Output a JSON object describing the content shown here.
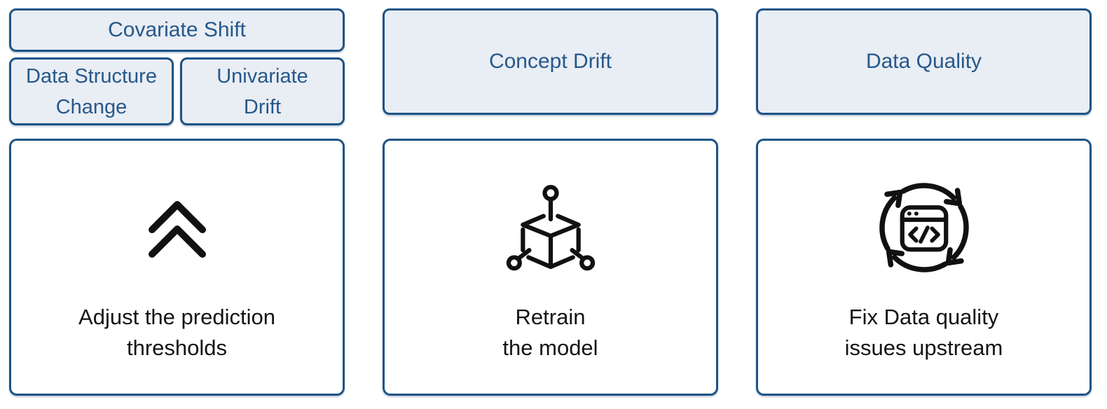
{
  "diagram": {
    "columns": [
      {
        "header": "Covariate Shift",
        "subheaders": [
          {
            "lines": [
              "Data Structure",
              "Change"
            ]
          },
          {
            "lines": [
              "Univariate",
              "Drift"
            ]
          }
        ],
        "icon": "chevrons-up-icon",
        "action_lines": [
          "Adjust the prediction",
          "thresholds"
        ]
      },
      {
        "header": "Concept Drift",
        "icon": "model-cube-icon",
        "action_lines": [
          "Retrain",
          "the model"
        ]
      },
      {
        "header": "Data Quality",
        "icon": "code-refresh-cycle-icon",
        "action_lines": [
          "Fix Data quality",
          "issues upstream"
        ]
      }
    ],
    "colors": {
      "border_blue": "#1d5486",
      "header_fill": "#e9edf4",
      "header_text": "#26588a",
      "action_text": "#141414",
      "icon_black": "#111111",
      "background": "#ffffff"
    }
  }
}
